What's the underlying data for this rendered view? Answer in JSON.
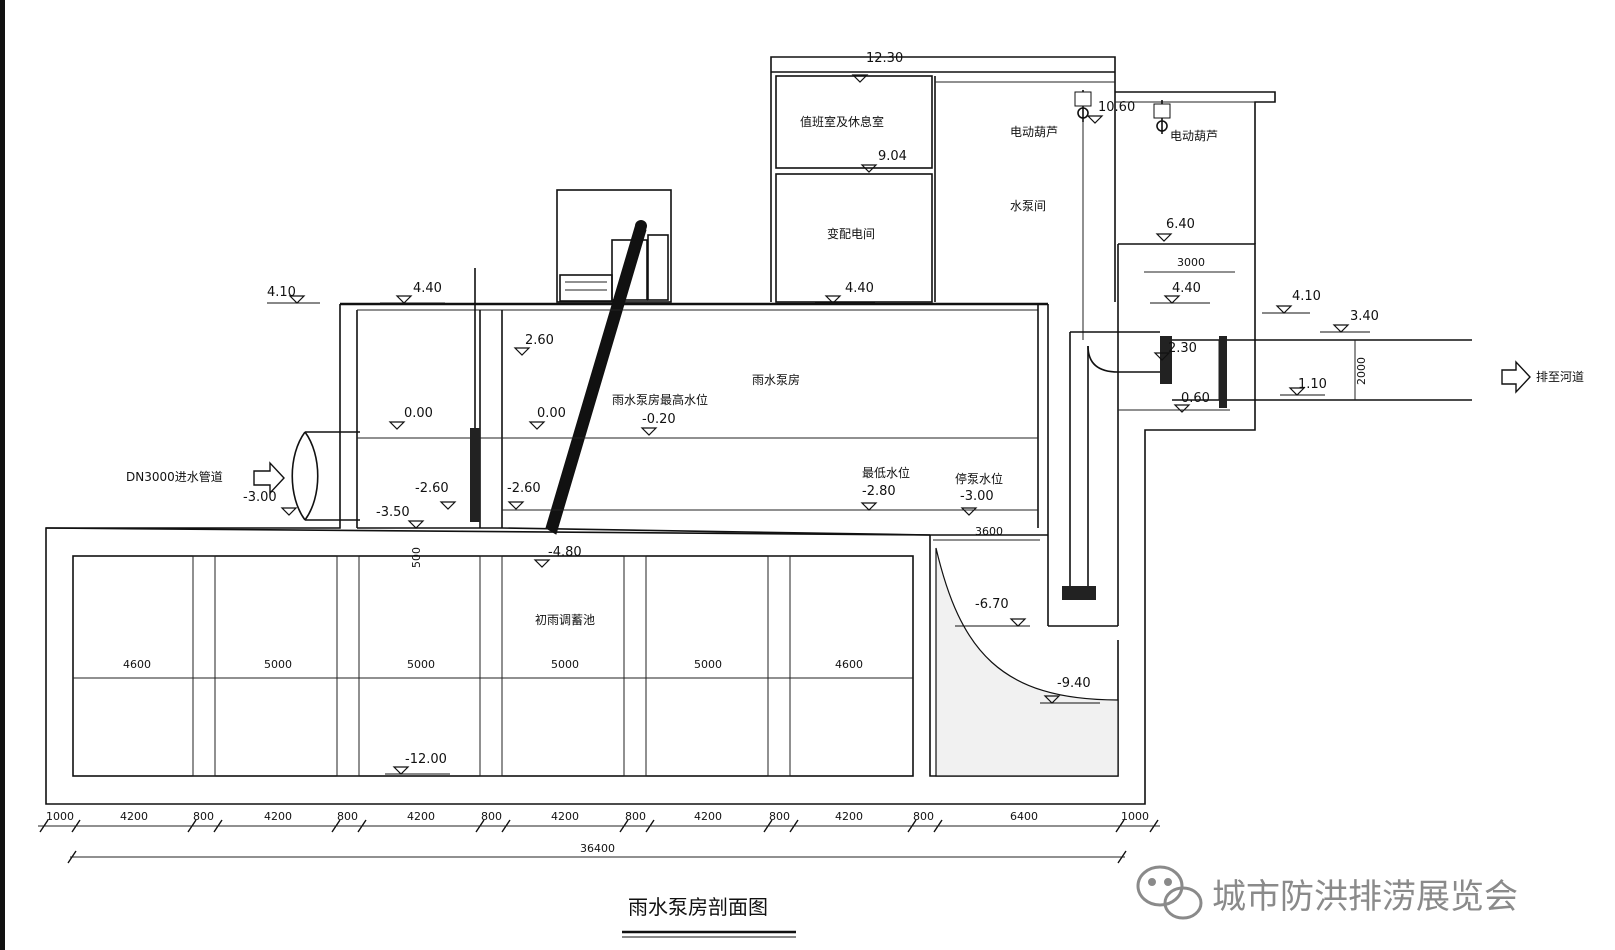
{
  "title": "雨水泵房剖面图",
  "watermark": "城市防洪排涝展览会",
  "rooms": {
    "duty_room": "值班室及休息室",
    "transformer_room": "变配电间",
    "pump_hall": "水泵间",
    "rain_pump_house": "雨水泵房",
    "storage_tank": "初雨调蓄池",
    "hoist_left": "电动葫芦",
    "hoist_right": "电动葫芦"
  },
  "labels": {
    "inlet_pipe": "DN3000进水管道",
    "outlet": "排至河道",
    "max_water_level": "雨水泵房最高水位",
    "min_water_level": "最低水位",
    "stop_pump_level": "停泵水位"
  },
  "elevations": {
    "roof": "12.30",
    "hoist": "10.60",
    "duty_floor": "9.04",
    "outlet_top": "6.40",
    "ground_left": "4.10",
    "floor_left": "4.40",
    "transformer_floor": "4.40",
    "outlet_floor": "4.40",
    "ground_right": "4.10",
    "pipe_top_right": "3.40",
    "slab": "2.60",
    "valve": "2.30",
    "pipe_bottom_right": "1.10",
    "outlet_bottom": "0.60",
    "zero_left": "0.00",
    "zero_mid": "0.00",
    "max_level": "-0.20",
    "gate_left": "-2.60",
    "gate_mid": "-2.60",
    "min_level": "-2.80",
    "inlet_invert": "-3.00",
    "stop_level": "-3.00",
    "channel_bottom": "-3.50",
    "tank_top": "-4.80",
    "sump_mid": "-6.70",
    "sump_bottom": "-9.40",
    "tank_bottom": "-12.00"
  },
  "dimensions": {
    "outlet_width": "3000",
    "outlet_height": "2000",
    "sump_width": "3600",
    "small_mark": "500",
    "cells": [
      "4600",
      "5000",
      "5000",
      "5000",
      "5000",
      "4600"
    ],
    "bottom_row": [
      "1000",
      "4200",
      "800",
      "4200",
      "800",
      "4200",
      "800",
      "4200",
      "800",
      "4200",
      "800",
      "4200",
      "800",
      "6400",
      "1000"
    ],
    "total": "36400"
  }
}
